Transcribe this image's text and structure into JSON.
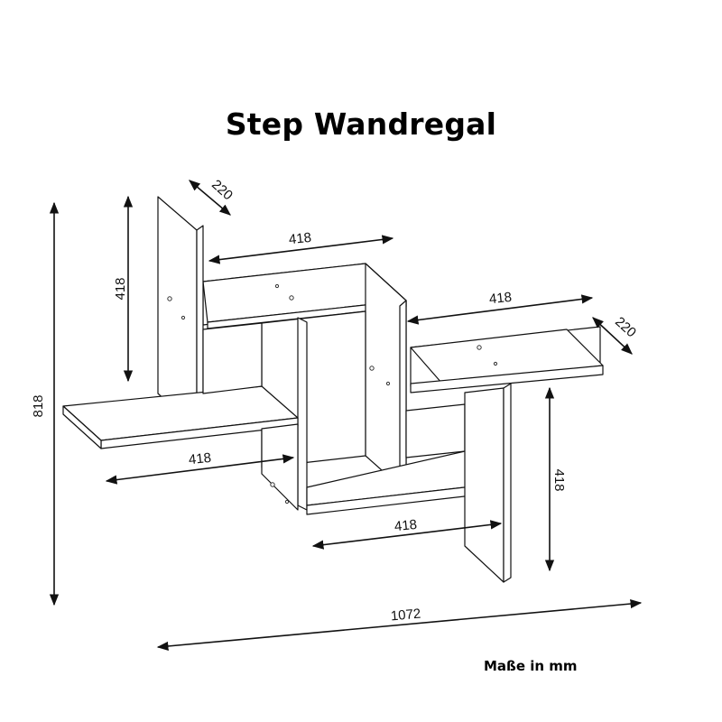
{
  "title": "Step Wandregal",
  "units_note": "Maße in mm",
  "dimensions": {
    "depth_top": "220",
    "depth_right": "220",
    "width_top_shelf": "418",
    "width_right_shelf": "418",
    "width_left_shelf": "418",
    "width_bottom_shelf": "418",
    "height_left_panel": "418",
    "height_right_panel": "418",
    "total_height": "818",
    "total_width": "1072"
  }
}
